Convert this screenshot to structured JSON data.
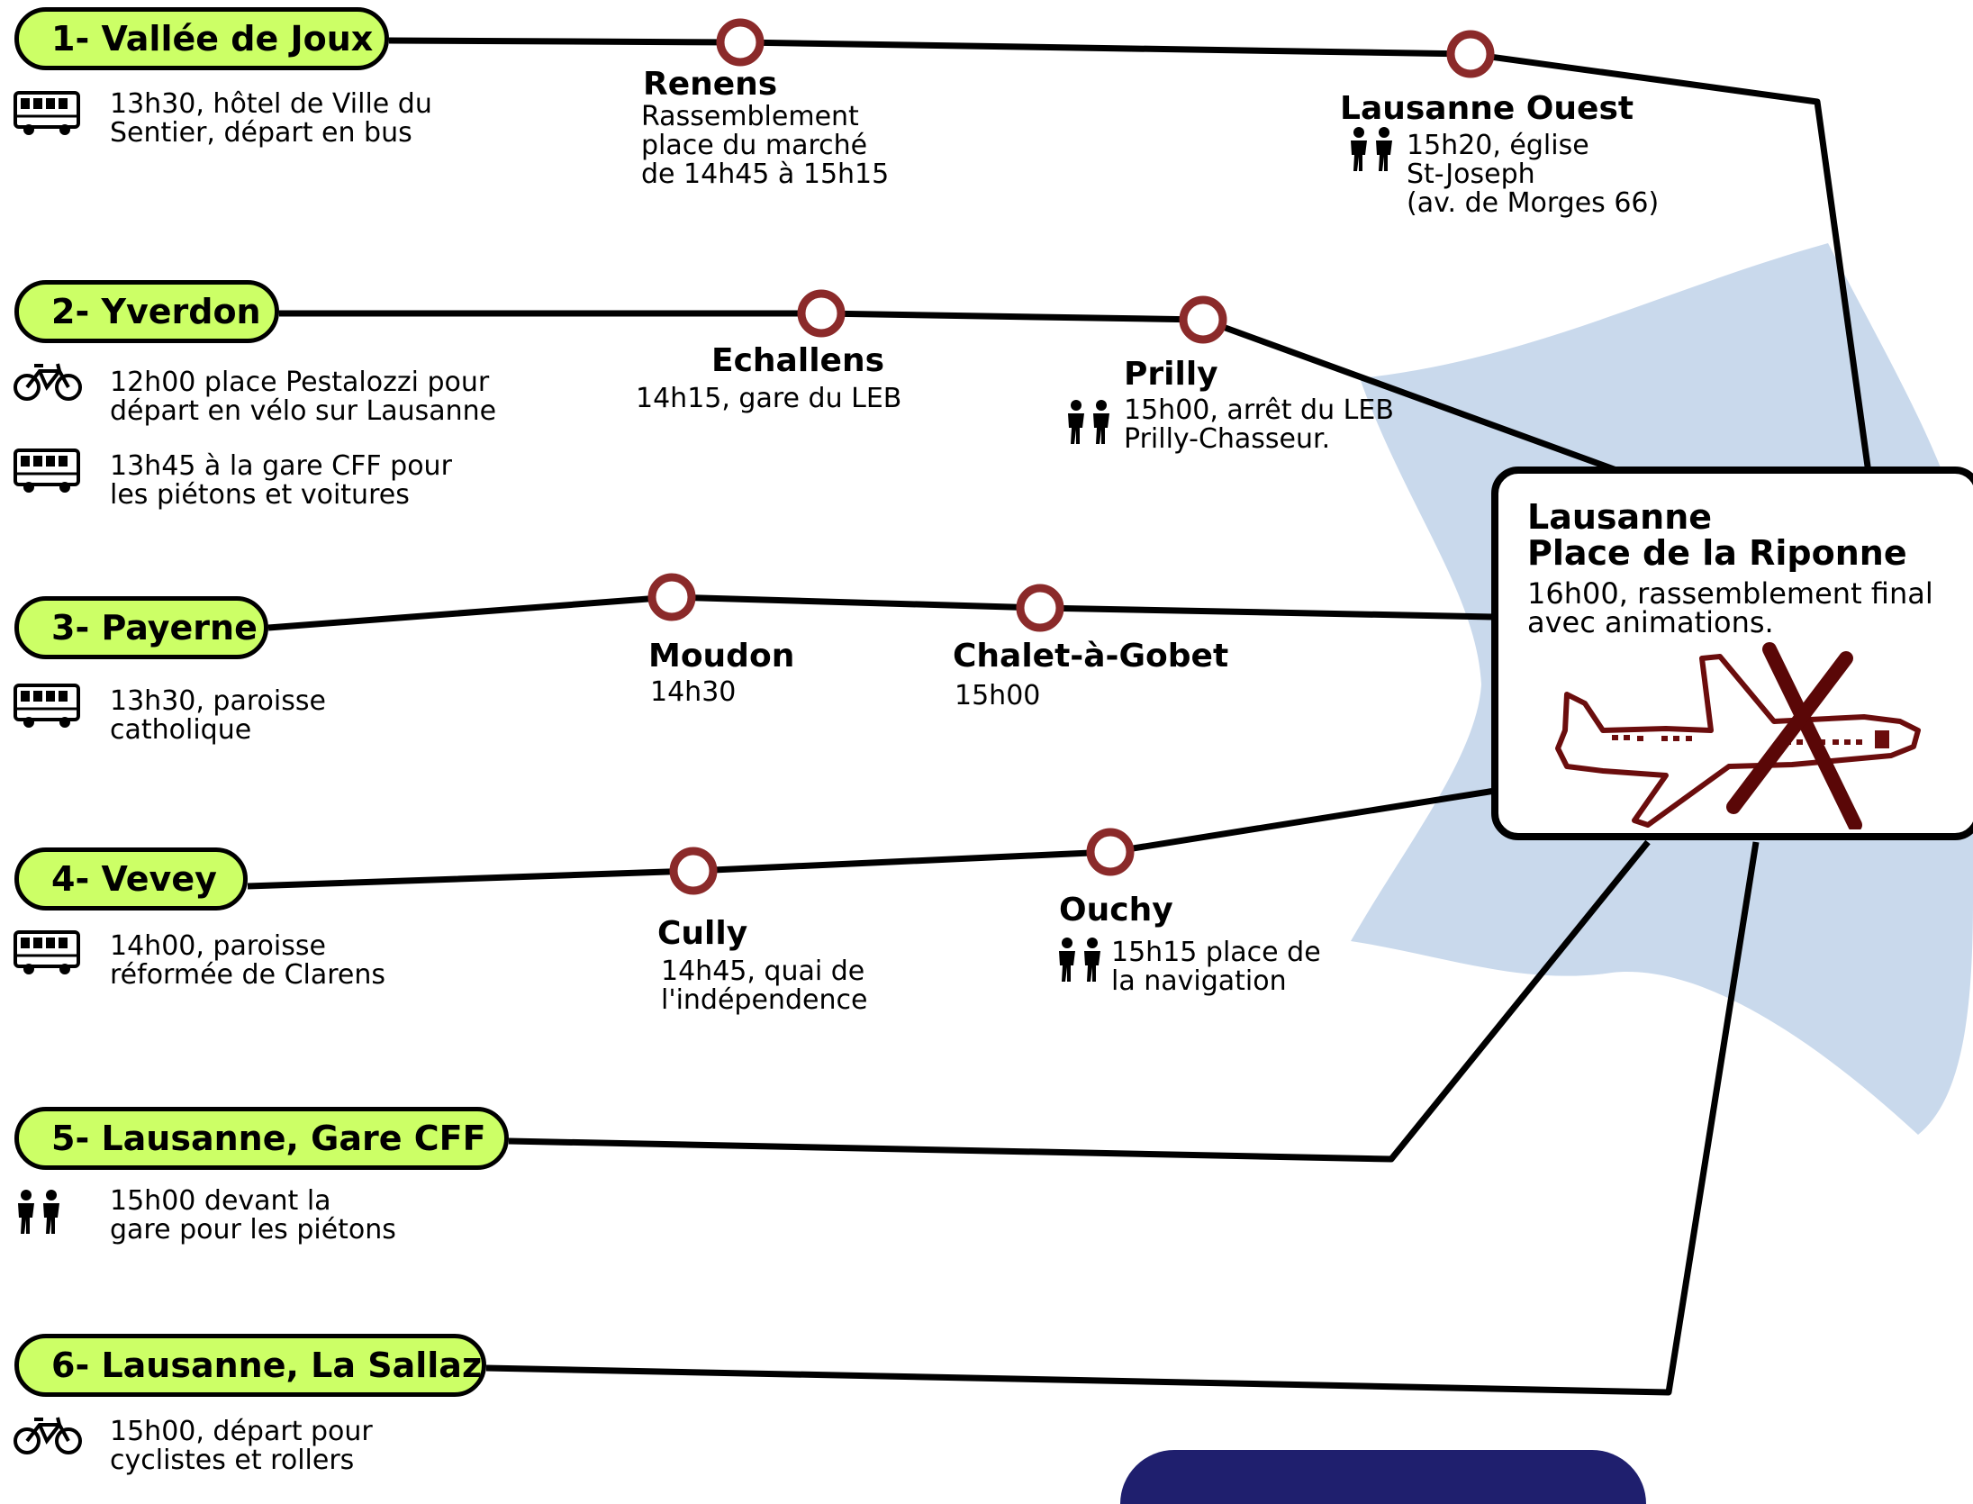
{
  "colors": {
    "pill_fill": "#ccff66",
    "station_ring": "#8b2a2a",
    "star_fill": "#c9d9ec",
    "line": "#000000",
    "plane": "#6b0d0d",
    "bottom_shape": "#1f1f6e"
  },
  "routes": [
    {
      "label": "1- Vallée de Joux",
      "icons": [
        "bus-icon"
      ],
      "details": [
        "13h30, hôtel de Ville du\nSentier, départ en bus"
      ]
    },
    {
      "label": "2- Yverdon",
      "icons": [
        "bicycle-icon",
        "bus-icon"
      ],
      "details": [
        "12h00 place Pestalozzi pour\ndépart en vélo sur Lausanne",
        "13h45 à la gare CFF pour\nles piétons et voitures"
      ]
    },
    {
      "label": "3- Payerne",
      "icons": [
        "bus-icon"
      ],
      "details": [
        "13h30, paroisse\ncatholique"
      ]
    },
    {
      "label": "4- Vevey",
      "icons": [
        "bus-icon"
      ],
      "details": [
        "14h00, paroisse\nréformée de Clarens"
      ]
    },
    {
      "label": "5- Lausanne, Gare CFF",
      "icons": [
        "pedestrians-icon"
      ],
      "details": [
        "15h00 devant la\ngare pour les piétons"
      ]
    },
    {
      "label": "6- Lausanne, La Sallaz",
      "icons": [
        "bicycle-icon"
      ],
      "details": [
        "15h00, départ pour\ncyclistes et rollers"
      ]
    }
  ],
  "stations": {
    "renens": {
      "name": "Renens",
      "detail": "Rassemblement\nplace du marché\nde 14h45 à 15h15"
    },
    "lausanne_ouest": {
      "name": "Lausanne Ouest",
      "detail": "15h20, église\nSt-Joseph\n(av. de Morges 66)",
      "icon": "pedestrians-icon"
    },
    "echallens": {
      "name": "Echallens",
      "detail": "14h15, gare du LEB"
    },
    "prilly": {
      "name": "Prilly",
      "detail": "15h00, arrêt du LEB\nPrilly-Chasseur.",
      "icon": "pedestrians-icon"
    },
    "moudon": {
      "name": "Moudon",
      "detail": "14h30"
    },
    "chalet": {
      "name": "Chalet-à-Gobet",
      "detail": "15h00"
    },
    "cully": {
      "name": "Cully",
      "detail": "14h45, quai de\nl'indépendence"
    },
    "ouchy": {
      "name": "Ouchy",
      "detail": "15h15 place de\nla navigation",
      "icon": "pedestrians-icon"
    }
  },
  "destination": {
    "title": "Lausanne\nPlace de la Riponne",
    "detail": "16h00, rassemblement final\navec animations.",
    "icon": "crossed-plane-icon"
  }
}
